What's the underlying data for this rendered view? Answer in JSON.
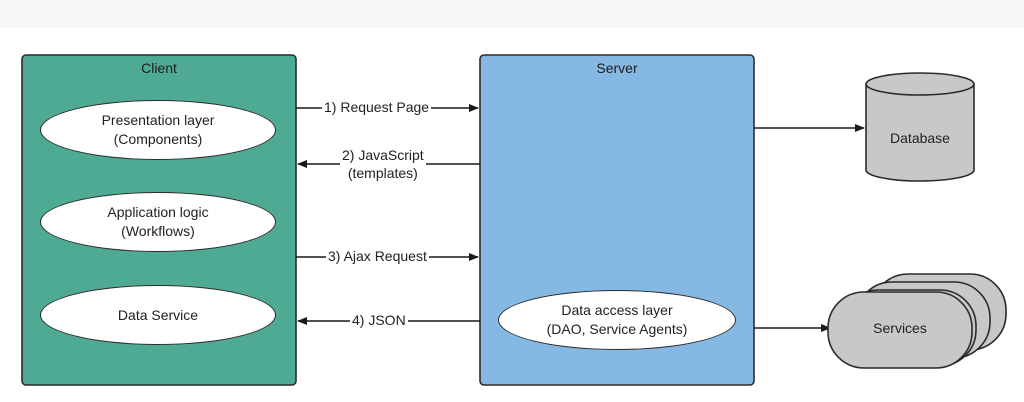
{
  "client": {
    "title": "Client",
    "components": [
      {
        "line1": "Presentation layer",
        "line2": "(Components)"
      },
      {
        "line1": "Application logic",
        "line2": "(Workflows)"
      },
      {
        "line1": "Data Service",
        "line2": ""
      }
    ]
  },
  "server": {
    "title": "Server",
    "component": {
      "line1": "Data access layer",
      "line2": "(DAO, Service Agents)"
    }
  },
  "arrows": [
    {
      "line1": "1) Request Page",
      "line2": ""
    },
    {
      "line1": "2) JavaScript",
      "line2": "(templates)"
    },
    {
      "line1": "3) Ajax Request",
      "line2": ""
    },
    {
      "line1": "4) JSON",
      "line2": ""
    }
  ],
  "database": {
    "label": "Database"
  },
  "services": {
    "label": "Services"
  },
  "colors": {
    "client_fill": "#4faa94",
    "server_fill": "#85b9e3",
    "shape_fill": "#c8c8c8",
    "outline": "#2b2b2b"
  }
}
